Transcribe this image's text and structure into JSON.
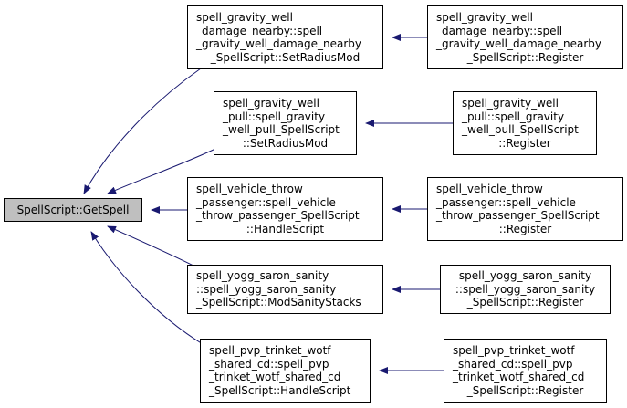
{
  "diagram": {
    "type": "doxygen-caller-graph",
    "edge_color": "#191970",
    "root_fill": "#bfbfbf",
    "root": {
      "id": "root",
      "lines": [
        "SpellScript::GetSpell"
      ]
    },
    "callers": [
      {
        "id": "b1",
        "lines": [
          "spell_gravity_well",
          "_damage_nearby::spell",
          "_gravity_well_damage_nearby",
          "_SpellScript::SetRadiusMod"
        ],
        "caller": {
          "id": "c1",
          "lines": [
            "spell_gravity_well",
            "_damage_nearby::spell",
            "_gravity_well_damage_nearby",
            "_SpellScript::Register"
          ]
        }
      },
      {
        "id": "b2",
        "lines": [
          "spell_gravity_well",
          "_pull::spell_gravity",
          "_well_pull_SpellScript",
          "::SetRadiusMod"
        ],
        "caller": {
          "id": "c2",
          "lines": [
            "spell_gravity_well",
            "_pull::spell_gravity",
            "_well_pull_SpellScript",
            "::Register"
          ]
        }
      },
      {
        "id": "b3",
        "lines": [
          "spell_vehicle_throw",
          "_passenger::spell_vehicle",
          "_throw_passenger_SpellScript",
          "::HandleScript"
        ],
        "caller": {
          "id": "c3",
          "lines": [
            "spell_vehicle_throw",
            "_passenger::spell_vehicle",
            "_throw_passenger_SpellScript",
            "::Register"
          ]
        }
      },
      {
        "id": "b4",
        "lines": [
          "spell_yogg_saron_sanity",
          "::spell_yogg_saron_sanity",
          "_SpellScript::ModSanityStacks"
        ],
        "caller": {
          "id": "c4",
          "lines": [
            "spell_yogg_saron_sanity",
            "::spell_yogg_saron_sanity",
            "_SpellScript::Register"
          ]
        }
      },
      {
        "id": "b5",
        "lines": [
          "spell_pvp_trinket_wotf",
          "_shared_cd::spell_pvp",
          "_trinket_wotf_shared_cd",
          "_SpellScript::HandleScript"
        ],
        "caller": {
          "id": "c5",
          "lines": [
            "spell_pvp_trinket_wotf",
            "_shared_cd::spell_pvp",
            "_trinket_wotf_shared_cd",
            "_SpellScript::Register"
          ]
        }
      }
    ]
  }
}
